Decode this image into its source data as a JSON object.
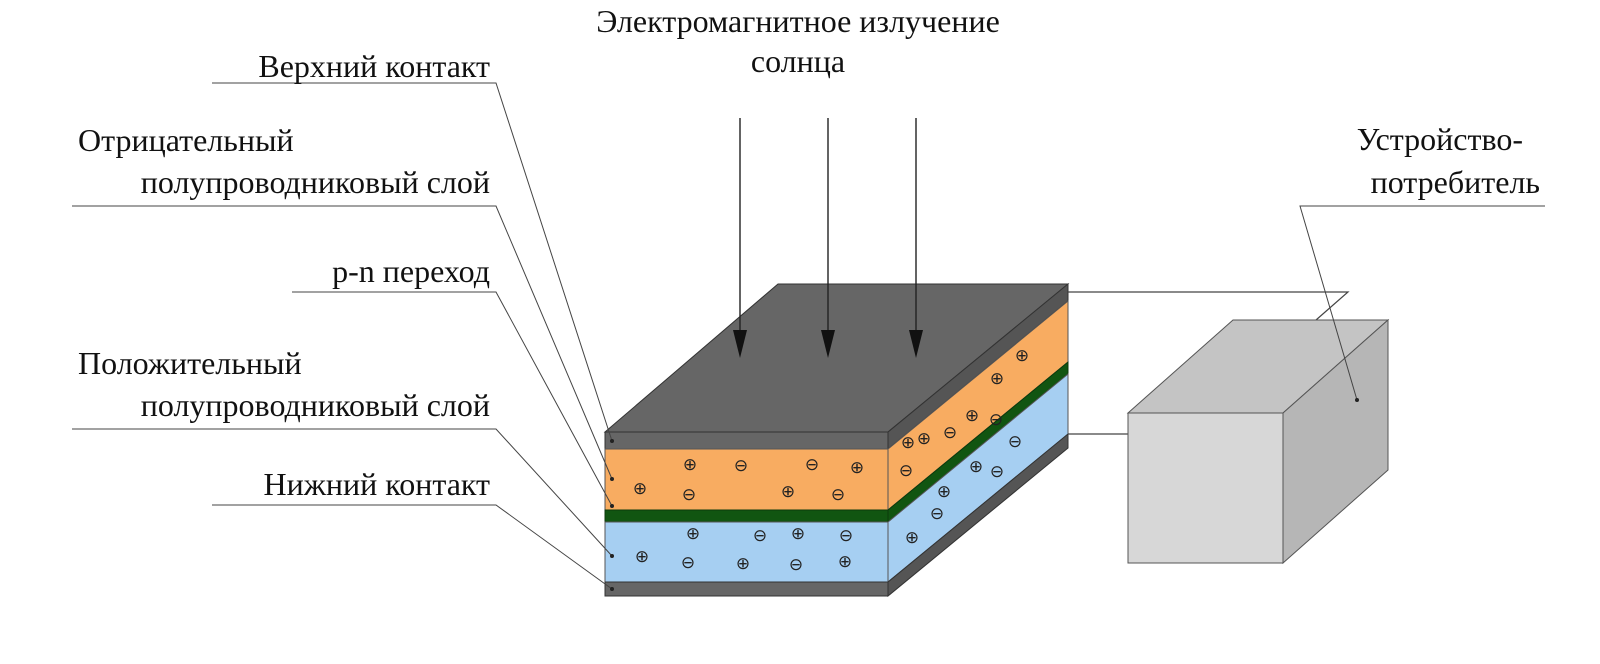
{
  "title": {
    "line1": "Электромагнитное излучение",
    "line2": "солнца"
  },
  "labels": {
    "top_contact": "Верхний контакт",
    "negative_layer_line1": "Отрицательный",
    "negative_layer_line2": "полупроводниковый слой",
    "pn_junction": "p-n переход",
    "positive_layer_line1": "Положительный",
    "positive_layer_line2": "полупроводниковый слой",
    "bottom_contact": "Нижний контакт",
    "device_line1": "Устройство-",
    "device_line2": "потребитель"
  },
  "symbols": {
    "plus": "⊕",
    "minus": "⊖"
  },
  "colors": {
    "contact": "#666666",
    "contact_side": "#555555",
    "negative_layer": "#f8ac61",
    "junction": "#115511",
    "positive_layer": "#a6cff2",
    "device_front": "#d7d7d7",
    "device_top": "#c4c4c4",
    "device_side": "#b6b6b6"
  }
}
